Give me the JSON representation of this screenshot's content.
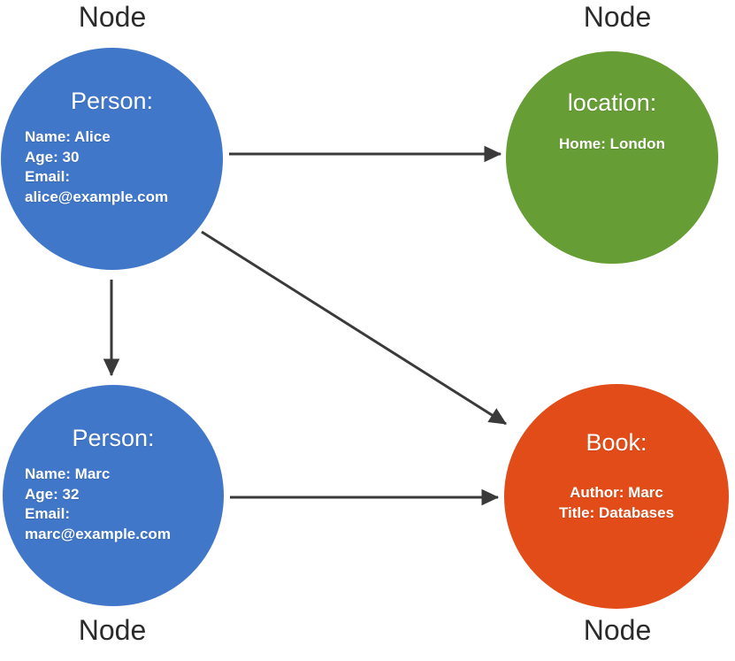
{
  "diagram": {
    "title": "Graph node diagram",
    "background": "#ffffff",
    "colors": {
      "person": "#4177c9",
      "location": "#669d34",
      "book": "#e24c18",
      "edge": "#3a3a3a",
      "label_text": "#2b2b2b",
      "node_text": "#ffffff"
    }
  },
  "labels": {
    "top_left": "Node",
    "top_right": "Node",
    "bottom_left": "Node",
    "bottom_right": "Node"
  },
  "nodes": {
    "person_alice": {
      "title": "Person:",
      "props": {
        "name": "Name: Alice",
        "age": "Age: 30",
        "email_label": "Email:",
        "email_value": "alice@example.com"
      }
    },
    "location": {
      "title": "location:",
      "props": {
        "home": "Home: London"
      }
    },
    "person_marc": {
      "title": "Person:",
      "props": {
        "name": "Name: Marc",
        "age": "Age: 32",
        "email_label": "Email:",
        "email_value": "marc@example.com"
      }
    },
    "book": {
      "title": "Book:",
      "props": {
        "author": "Author: Marc",
        "title": "Title: Databases"
      }
    }
  },
  "edges": [
    {
      "id": "alice-to-location",
      "from": "person_alice",
      "to": "location",
      "label": ""
    },
    {
      "id": "alice-to-marc",
      "from": "person_alice",
      "to": "person_marc",
      "label": ""
    },
    {
      "id": "alice-to-book",
      "from": "person_alice",
      "to": "book",
      "label": ""
    },
    {
      "id": "marc-to-book",
      "from": "person_marc",
      "to": "book",
      "label": ""
    }
  ]
}
